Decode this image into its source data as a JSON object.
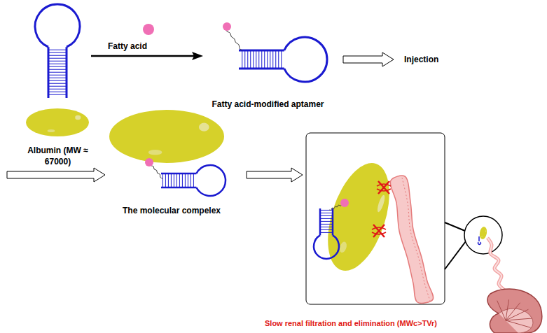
{
  "diagram": {
    "nodes": [
      {
        "text": [
          "Fatty acid-modified aptamer"
        ]
      },
      {
        "text": [
          "Albumin (MW ≈ 67000)"
        ]
      },
      {
        "text": [
          "The molecular compelex"
        ]
      }
    ],
    "edges": [
      {
        "from": 1,
        "to": 2,
        "arrow": "to"
      }
    ],
    "labels": [
      "Fatty acid",
      "Injection",
      "Slow renal filtration and elimination (MWc>TVr)"
    ]
  }
}
